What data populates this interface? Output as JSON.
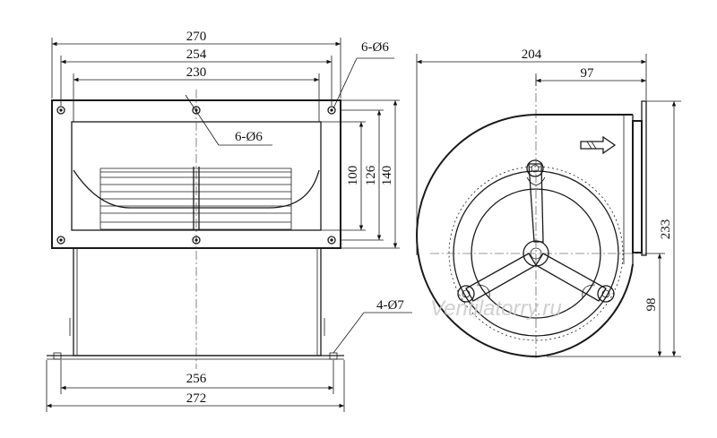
{
  "front_view": {
    "dims": {
      "w270": "270",
      "w254": "254",
      "w230": "230",
      "holes_top": "6-Ø6",
      "holes_inner": "6-Ø6",
      "h100": "100",
      "h126": "126",
      "h140": "140",
      "base_holes": "4-Ø7",
      "w256": "256",
      "w272": "272"
    }
  },
  "side_view": {
    "dims": {
      "w204": "204",
      "w97": "97",
      "h233": "233",
      "h98": "98"
    },
    "airflow_arrow": "outlet-arrow-icon"
  },
  "watermark": "Ventilatorry.ru"
}
